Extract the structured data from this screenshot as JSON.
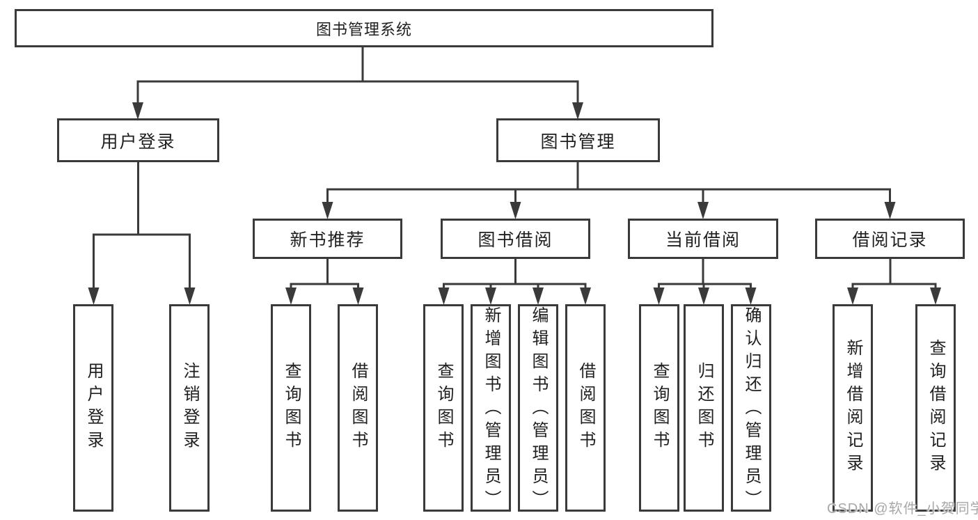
{
  "title": "图书管理系统",
  "watermark": "CSDN @软件_小贺同学",
  "colors": {
    "line": "#3a3a3a",
    "text": "#1f1f1f",
    "background": "#ffffff",
    "watermark": "#a8a8a8"
  },
  "tree": {
    "root": {
      "label": "图书管理系统"
    },
    "branches": [
      {
        "label": "用户登录",
        "children": [
          {
            "label": "用户登录"
          },
          {
            "label": "注销登录"
          }
        ]
      },
      {
        "label": "图书管理",
        "children": [
          {
            "label": "新书推荐",
            "children": [
              {
                "label": "查询图书"
              },
              {
                "label": "借阅图书"
              }
            ]
          },
          {
            "label": "图书借阅",
            "children": [
              {
                "label": "查询图书"
              },
              {
                "label": "新增图书（管理员）"
              },
              {
                "label": "编辑图书（管理员）"
              },
              {
                "label": "借阅图书"
              }
            ]
          },
          {
            "label": "当前借阅",
            "children": [
              {
                "label": "查询图书"
              },
              {
                "label": "归还图书"
              },
              {
                "label": "确认归还（管理员）"
              }
            ]
          },
          {
            "label": "借阅记录",
            "children": [
              {
                "label": "新增借阅记录"
              },
              {
                "label": "查询借阅记录"
              }
            ]
          }
        ]
      }
    ]
  }
}
